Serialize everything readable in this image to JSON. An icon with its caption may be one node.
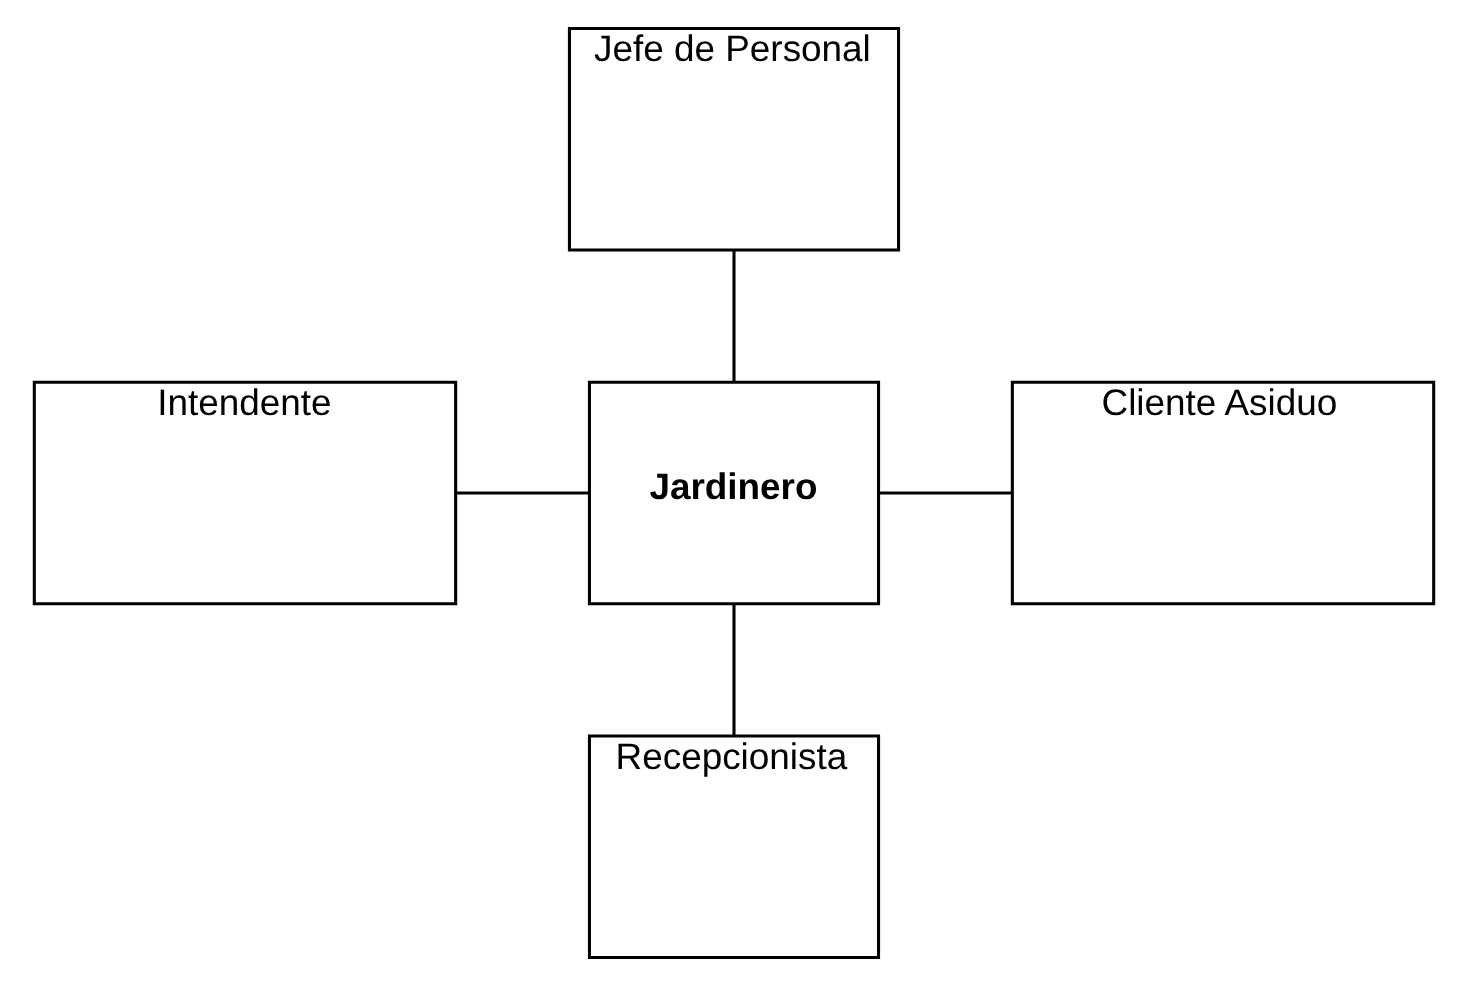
{
  "diagram": {
    "nodes": [
      {
        "text": [
          "Jefe de Personal"
        ]
      },
      {
        "text": [
          "Intendente"
        ]
      },
      {
        "text": [
          "Jardinero"
        ]
      },
      {
        "text": [
          "Cliente Asiduo"
        ]
      },
      {
        "text": [
          "Recepcionista"
        ]
      }
    ],
    "edges": [
      {
        "from": 0,
        "to": 2,
        "arrow": "none"
      },
      {
        "from": 1,
        "to": 2,
        "arrow": "none"
      },
      {
        "from": 2,
        "to": 3,
        "arrow": "none"
      },
      {
        "from": 2,
        "to": 4,
        "arrow": "none"
      }
    ]
  }
}
